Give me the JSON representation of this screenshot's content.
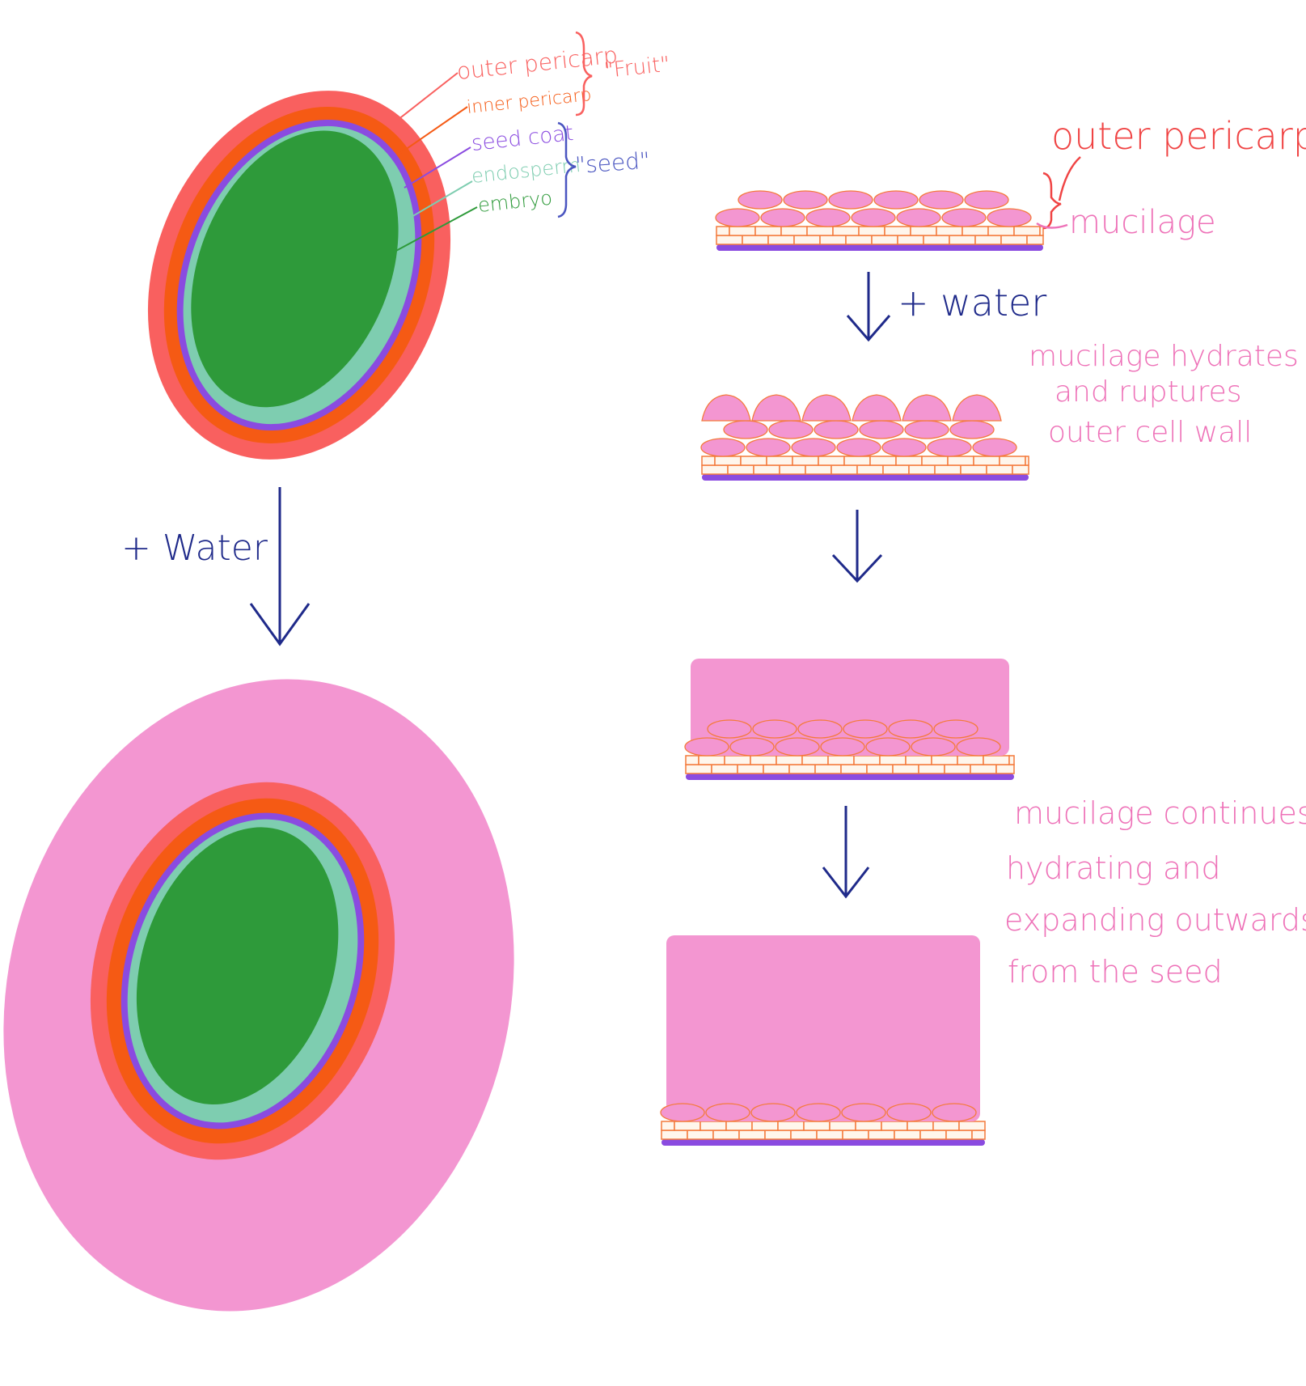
{
  "colors": {
    "outer_pericarp": "#f9605f",
    "inner_pericarp": "#f55a14",
    "seed_coat": "#8a4be0",
    "endosperm": "#7ecdb0",
    "embryo": "#2e9a3a",
    "mucilage": "#f396d1",
    "cell_outline": "#f47a3c",
    "arrow": "#1f2a8a",
    "brace_seed": "#4a55c0",
    "label_mucilage": "#ee72b8",
    "label_outer": "#f04444"
  },
  "labels": {
    "outer_pericarp": "outer pericarp",
    "inner_pericarp": "inner pericarp",
    "seed_coat": "seed coat",
    "endosperm": "endosperm",
    "embryo": "embryo",
    "fruit": "\"Fruit\"",
    "seed": "\"seed\""
  },
  "left_step": {
    "label": "+ Water"
  },
  "right_panel": {
    "outer_pericarp_label": "outer pericarp",
    "mucilage_label": "mucilage",
    "water_label": "+ water",
    "note_1": [
      "mucilage hydrates",
      "and ruptures",
      "outer cell wall"
    ],
    "note_2": [
      "mucilage continues",
      "hydrating and",
      "expanding outwards",
      "from the seed"
    ]
  }
}
